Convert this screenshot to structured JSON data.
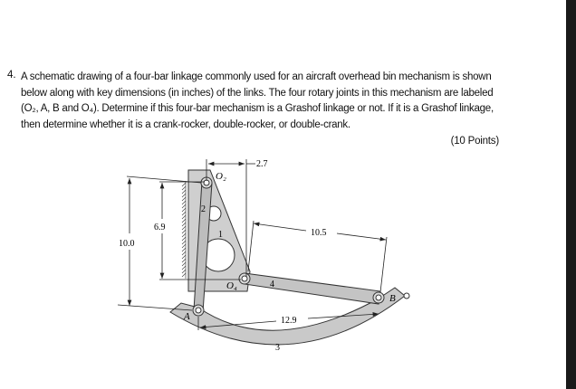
{
  "problem": {
    "number": "4.",
    "text": "A schematic drawing of a four-bar linkage commonly used for an aircraft overhead bin mechanism is shown below along with key dimensions (in inches) of the links. The four rotary joints in this mechanism are labeled (O₂, A, B and O₄). Determine if this four-bar mechanism is a Grashof linkage or not. If it is a Grashof linkage, then determine whether it is a crank-rocker, double-rocker, or double-crank.",
    "points": "(10 Points)"
  },
  "figure": {
    "dimensions": {
      "d1": "2.7",
      "d2": "6.9",
      "d3": "10.0",
      "d4": "10.5",
      "d5": "12.9"
    },
    "joints": {
      "o2": "O₂",
      "o4": "O₄",
      "a": "A",
      "b": "B"
    },
    "links": {
      "l1": "1",
      "l2": "2",
      "l3": "3",
      "l4": "4"
    },
    "colors": {
      "link_fill": "#c9c9c9",
      "outline": "#333333"
    }
  }
}
